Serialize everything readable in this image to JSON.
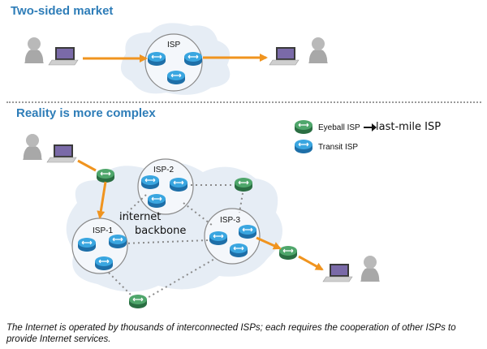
{
  "section_two_sided": {
    "title": "Two-sided market",
    "isp_label": "ISP"
  },
  "section_reality": {
    "title": "Reality is more complex"
  },
  "legend": {
    "eyeball_label": "Eyeball ISP",
    "eyeball_alias": "last-mile ISP",
    "transit_label": "Transit ISP",
    "eyeball_color": "#3f8f5a",
    "transit_color": "#2f95d4"
  },
  "complex_diagram": {
    "isp2_label": "ISP-2",
    "isp1_label": "ISP-1",
    "isp3_label": "ISP-3",
    "backbone_label_line1": "internet",
    "backbone_label_line2": "backbone"
  },
  "colors": {
    "heading": "#2e7db8",
    "arrow": "#f0941f",
    "cloud": "#e6edf5",
    "link": "#8a8a8a"
  },
  "caption": "The Internet is operated by thousands of interconnected ISPs; each requires the cooperation of other ISPs to provide Internet services."
}
